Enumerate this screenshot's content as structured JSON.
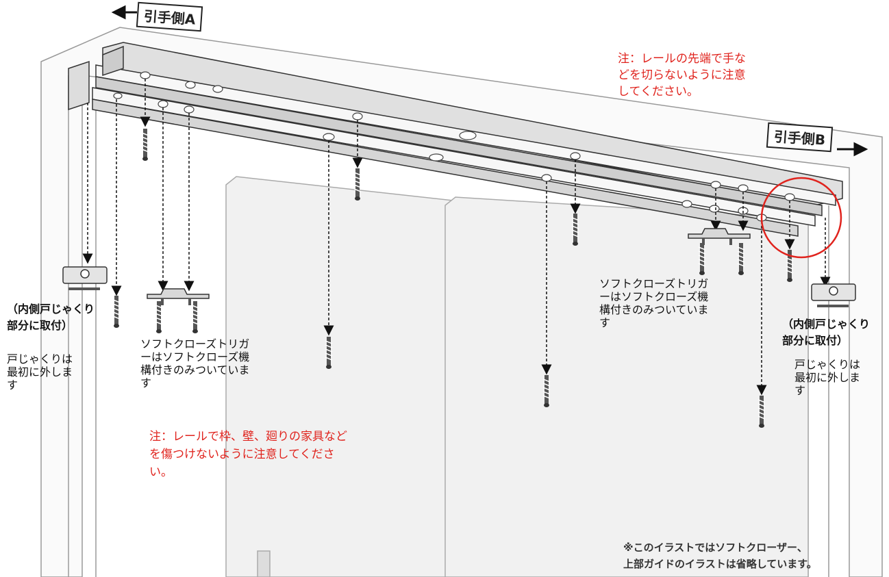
{
  "side_a": "引手側A",
  "side_b": "引手側B",
  "note_top": "注：レールの先端で手な\nどを切らないように注意\nしてください。",
  "note_mid": "注：レールで枠、壁、廻りの家具など\nを傷つけないように注意してくださ\nい。",
  "left_bracket_label": "（内側戸じゃくり\n部分に取付）",
  "left_remove_note": "戸じゃくりは\n最初に外しま\nす",
  "right_bracket_label": "（内側戸じゃくり\n部分に取付）",
  "right_remove_note": "戸じゃくりは\n最初に外しま\nす",
  "trigger_note_left": "ソフトクローズトリガ\nーはソフトクローズ機\n構付きのみついていま\nす",
  "trigger_note_right": "ソフトクローズトリガ\nーはソフトクローズ機\n構付きのみついていま\nす",
  "footnote": "※このイラストではソフトクローザー、\n上部ガイドのイラストは省略しています。",
  "colors": {
    "note_red": "#e0231d",
    "highlight_circle": "#e0231d",
    "line": "#222222",
    "panel": "#f1f1f1"
  }
}
